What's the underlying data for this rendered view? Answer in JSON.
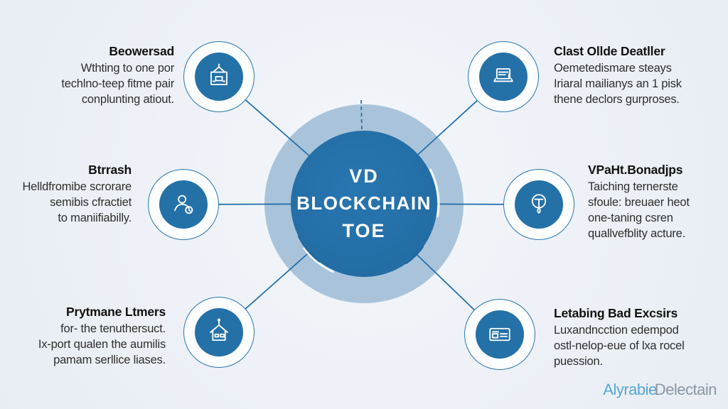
{
  "center": {
    "line1": "VD",
    "line2": "BLOCKCHAIN",
    "line3": "TOE"
  },
  "nodes": [
    {
      "id": "top-left",
      "title": "Beowersad",
      "lines": [
        "Wthting to one por",
        "techlno-teep fitme pair",
        "conplunting atiout."
      ],
      "icon": "frame-building-icon"
    },
    {
      "id": "mid-left",
      "title": "Btrrash",
      "lines": [
        "Helldfromibe scrorare",
        "semibis cfractiet",
        "to maniifiabilly."
      ],
      "icon": "person-badge-icon"
    },
    {
      "id": "bottom-left",
      "title": "Prytmane Ltmers",
      "lines": [
        "for- the tenuthersuct.",
        "Ix-port qualen the aumilis",
        "pamam serllice liases."
      ],
      "icon": "house-icon"
    },
    {
      "id": "top-right",
      "title": "Clast Ollde Deatller",
      "lines": [
        "Oemetedismare steays",
        "Iriaral mailianys an 1 pisk",
        "thene declors gurproses."
      ],
      "icon": "laptop-icon"
    },
    {
      "id": "mid-right",
      "title": "VPaHt.Bonadjps",
      "lines": [
        "Taiching ternerste",
        "sfoule: breuaer heot",
        "one-taning csren",
        "quallvefblity acture."
      ],
      "icon": "balloon-icon"
    },
    {
      "id": "bottom-right",
      "title": "Letabing Bad Excsirs",
      "lines": [
        "Luxandncction edempod",
        "ostl-nelop-eue of lxa rocel",
        "puession."
      ],
      "icon": "card-icon"
    }
  ],
  "watermark": {
    "part1": "Alyrabie",
    "part2": "Delectain"
  },
  "colors": {
    "hub_fill": "#2471a8",
    "ring_fill": "#a9c4da",
    "connector": "#1e6bad",
    "background": "#edf1f7",
    "watermark_blue": "#58a6d4",
    "watermark_gray": "#8a97a2"
  }
}
